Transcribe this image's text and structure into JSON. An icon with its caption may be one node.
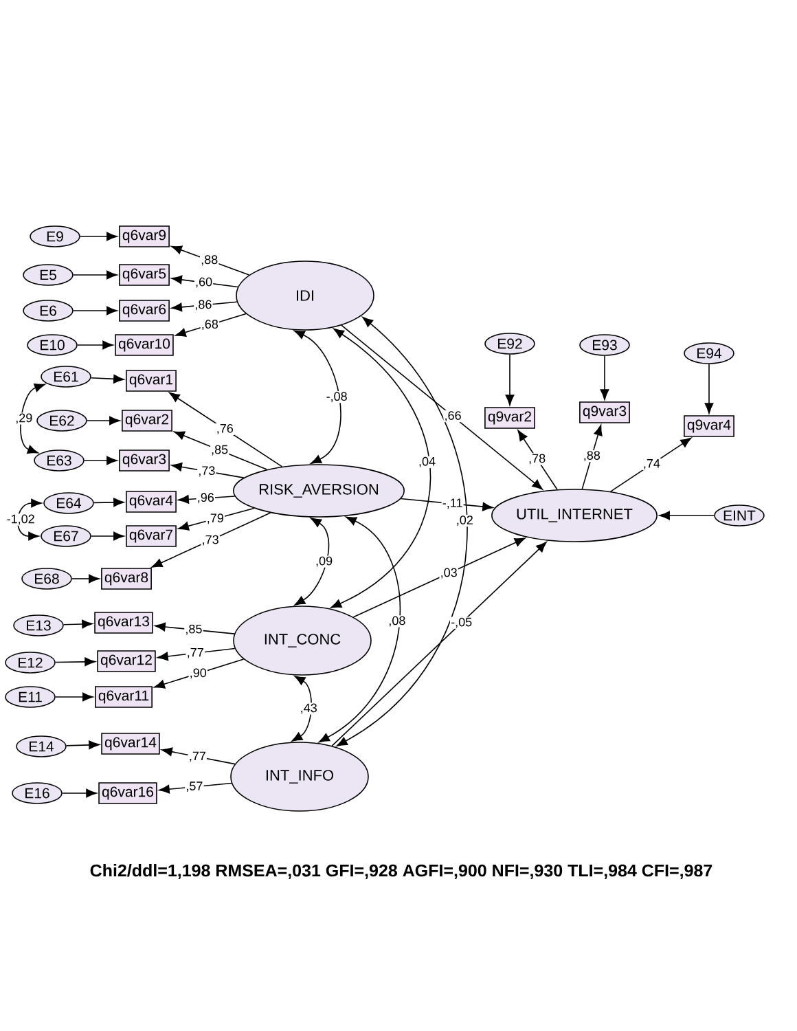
{
  "diagram": {
    "caption": "Chi2/ddl=1,198 RMSEA=,031 GFI=,928 AGFI=,900 NFI=,930 TLI=,984 CFI=,987",
    "nodes": [
      {
        "text": [
          "E9"
        ]
      },
      {
        "text": [
          "q6var9"
        ]
      },
      {
        "text": [
          "E5"
        ]
      },
      {
        "text": [
          "q6var5"
        ]
      },
      {
        "text": [
          "E6"
        ]
      },
      {
        "text": [
          "q6var6"
        ]
      },
      {
        "text": [
          "E10"
        ]
      },
      {
        "text": [
          "q6var10"
        ]
      },
      {
        "text": [
          "IDI"
        ]
      },
      {
        "text": [
          "E92"
        ]
      },
      {
        "text": [
          "E93"
        ]
      },
      {
        "text": [
          "E94"
        ]
      },
      {
        "text": [
          "E61"
        ]
      },
      {
        "text": [
          "q6var1"
        ]
      },
      {
        "text": [
          "q9var2"
        ]
      },
      {
        "text": [
          "q9var3"
        ]
      },
      {
        "text": [
          "q9var4"
        ]
      },
      {
        "text": [
          "E62"
        ]
      },
      {
        "text": [
          "q6var2"
        ]
      },
      {
        "text": [
          "E63"
        ]
      },
      {
        "text": [
          "q6var3"
        ]
      },
      {
        "text": [
          "RISK_AVERSION"
        ]
      },
      {
        "text": [
          "E64"
        ]
      },
      {
        "text": [
          "q6var4"
        ]
      },
      {
        "text": [
          "UTIL_INTERNET"
        ]
      },
      {
        "text": [
          "EINT"
        ]
      },
      {
        "text": [
          "E67"
        ]
      },
      {
        "text": [
          "q6var7"
        ]
      },
      {
        "text": [
          "E68"
        ]
      },
      {
        "text": [
          "q6var8"
        ]
      },
      {
        "text": [
          "E13"
        ]
      },
      {
        "text": [
          "q6var13"
        ]
      },
      {
        "text": [
          "INT_CONC"
        ]
      },
      {
        "text": [
          "E12"
        ]
      },
      {
        "text": [
          "q6var12"
        ]
      },
      {
        "text": [
          "E11"
        ]
      },
      {
        "text": [
          "q6var11"
        ]
      },
      {
        "text": [
          "E14"
        ]
      },
      {
        "text": [
          "q6var14"
        ]
      },
      {
        "text": [
          "INT_INFO"
        ]
      },
      {
        "text": [
          "E16"
        ]
      },
      {
        "text": [
          "q6var16"
        ]
      }
    ],
    "edges": [
      {
        "from": 0,
        "to": 1,
        "arrow": "to"
      },
      {
        "from": 2,
        "to": 3,
        "arrow": "to"
      },
      {
        "from": 4,
        "to": 5,
        "arrow": "to"
      },
      {
        "from": 6,
        "to": 7,
        "arrow": "to"
      },
      {
        "from": 12,
        "to": 13,
        "arrow": "to"
      },
      {
        "from": 17,
        "to": 18,
        "arrow": "to"
      },
      {
        "from": 19,
        "to": 20,
        "arrow": "to"
      },
      {
        "from": 22,
        "to": 23,
        "arrow": "to"
      },
      {
        "from": 26,
        "to": 27,
        "arrow": "to"
      },
      {
        "from": 28,
        "to": 29,
        "arrow": "to"
      },
      {
        "from": 30,
        "to": 31,
        "arrow": "to"
      },
      {
        "from": 33,
        "to": 34,
        "arrow": "to"
      },
      {
        "from": 35,
        "to": 36,
        "arrow": "to"
      },
      {
        "from": 37,
        "to": 38,
        "arrow": "to"
      },
      {
        "from": 40,
        "to": 41,
        "arrow": "to"
      },
      {
        "from": 9,
        "to": 14,
        "arrow": "to"
      },
      {
        "from": 10,
        "to": 15,
        "arrow": "to"
      },
      {
        "from": 11,
        "to": 16,
        "arrow": "to"
      },
      {
        "from": 25,
        "to": 24,
        "arrow": "to"
      },
      {
        "from": 8,
        "to": 1,
        "arrow": "to",
        "label": ",88"
      },
      {
        "from": 8,
        "to": 3,
        "arrow": "to",
        "label": ",60"
      },
      {
        "from": 8,
        "to": 5,
        "arrow": "to",
        "label": ",86"
      },
      {
        "from": 8,
        "to": 7,
        "arrow": "to",
        "label": ",68"
      },
      {
        "from": 21,
        "to": 13,
        "arrow": "to",
        "label": ",76"
      },
      {
        "from": 21,
        "to": 18,
        "arrow": "to",
        "label": ",85"
      },
      {
        "from": 21,
        "to": 20,
        "arrow": "to",
        "label": ",73"
      },
      {
        "from": 21,
        "to": 23,
        "arrow": "to",
        "label": ",96"
      },
      {
        "from": 21,
        "to": 27,
        "arrow": "to",
        "label": ",79"
      },
      {
        "from": 21,
        "to": 29,
        "arrow": "to",
        "label": ",73"
      },
      {
        "from": 32,
        "to": 31,
        "arrow": "to",
        "label": ",85"
      },
      {
        "from": 32,
        "to": 34,
        "arrow": "to",
        "label": ",77"
      },
      {
        "from": 32,
        "to": 36,
        "arrow": "to",
        "label": ",90"
      },
      {
        "from": 39,
        "to": 38,
        "arrow": "to",
        "label": ",77"
      },
      {
        "from": 39,
        "to": 41,
        "arrow": "to",
        "label": ",57"
      },
      {
        "from": 24,
        "to": 14,
        "arrow": "to",
        "label": ",78"
      },
      {
        "from": 24,
        "to": 15,
        "arrow": "to",
        "label": ",88"
      },
      {
        "from": 24,
        "to": 16,
        "arrow": "to",
        "label": ",74"
      },
      {
        "from": 8,
        "to": 24,
        "arrow": "to",
        "label": ",66"
      },
      {
        "from": 21,
        "to": 24,
        "arrow": "to",
        "label": "-,11"
      },
      {
        "from": 32,
        "to": 24,
        "arrow": "to",
        "label": ",03"
      },
      {
        "from": 39,
        "to": 24,
        "arrow": "to",
        "label": "-,05"
      },
      {
        "from": 12,
        "to": 19,
        "arrow": "both",
        "label": ",29"
      },
      {
        "from": 22,
        "to": 26,
        "arrow": "both",
        "label": "-1,02"
      },
      {
        "from": 8,
        "to": 21,
        "arrow": "both",
        "label": "-,08"
      },
      {
        "from": 21,
        "to": 32,
        "arrow": "both",
        "label": ",09"
      },
      {
        "from": 32,
        "to": 39,
        "arrow": "both",
        "label": ",43"
      },
      {
        "from": 8,
        "to": 32,
        "arrow": "both",
        "label": ",04"
      },
      {
        "from": 8,
        "to": 39,
        "arrow": "both",
        "label": ",02"
      },
      {
        "from": 21,
        "to": 39,
        "arrow": "both",
        "label": ",08"
      }
    ]
  }
}
